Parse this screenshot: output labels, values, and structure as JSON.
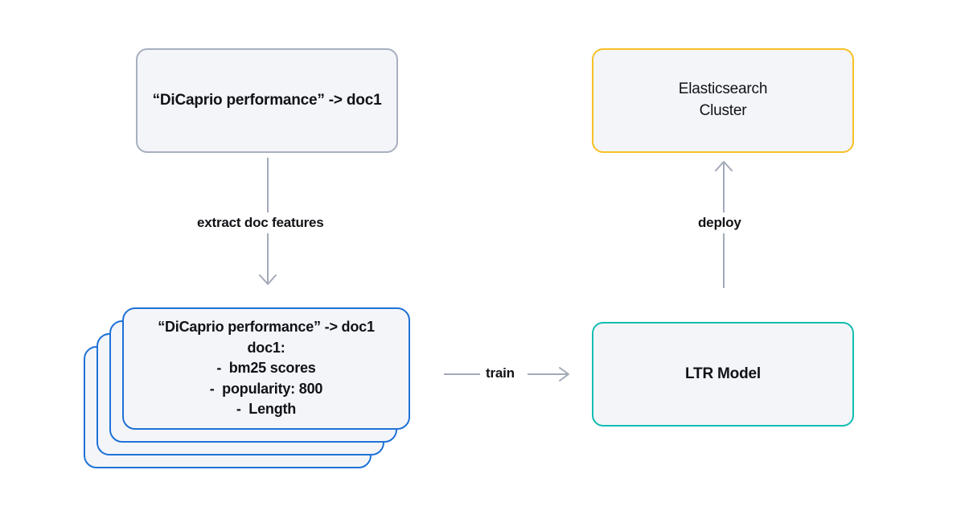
{
  "diagram": {
    "background": "#ffffff",
    "nodes": {
      "query": {
        "label": "“DiCaprio performance” -> doc1",
        "border_color": "#a8afc0",
        "fill_color": "#f4f5f9"
      },
      "elasticsearch": {
        "line1": "Elasticsearch",
        "line2": "Cluster",
        "border_color": "#f6c026",
        "fill_color": "#f4f5f9"
      },
      "ltr_model": {
        "label": "LTR Model",
        "border_color": "#12bdb2",
        "fill_color": "#f4f5f9"
      },
      "feature_cards": {
        "border_color": "#1f72d8",
        "fill_color": "#f4f5f9",
        "stack_count": 4,
        "lines": [
          "“DiCaprio performance” -> doc1",
          "doc1:",
          "-  bm25 scores",
          "-  popularity: 800",
          "-  Length"
        ]
      }
    },
    "edges": {
      "extract": {
        "label": "extract doc features",
        "direction": "down",
        "color": "#a3a9b8"
      },
      "train": {
        "label": "train",
        "direction": "right",
        "color": "#a3a9b8"
      },
      "deploy": {
        "label": "deploy",
        "direction": "up",
        "color": "#a3a9b8"
      }
    }
  }
}
